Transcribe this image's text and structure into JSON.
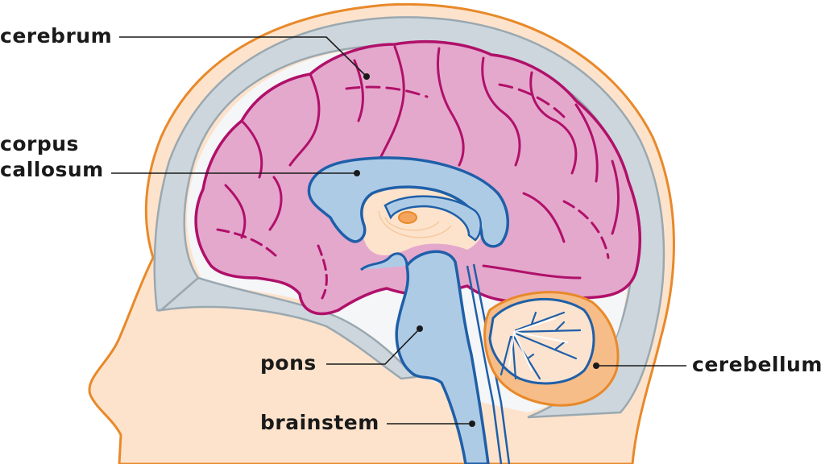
{
  "diagram": {
    "type": "anatomical-diagram",
    "subject": "Human brain, sagittal section",
    "colors": {
      "skin": "#fde3cc",
      "skin_outline": "#e8892a",
      "skull": "#cdd6dc",
      "skull_outline": "#9aa8b0",
      "csf_space": "#f4f6f8",
      "cerebrum_fill": "#e4a8cc",
      "cerebrum_outline": "#b0106a",
      "corpus_callosum_fill": "#aecbe6",
      "corpus_callosum_outline": "#1f5fa8",
      "cerebellum_outer": "#f6bd88",
      "cerebellum_outline": "#e8892a",
      "cerebellum_inner": "#fbe3cf",
      "thalamus_spot": "#f4a45c",
      "leader_line": "#1a1a1a"
    },
    "labels": [
      {
        "id": "cerebrum",
        "text": "cerebrum",
        "pointer": [
          455,
          95
        ]
      },
      {
        "id": "corpus-callosum",
        "lines": [
          "corpus",
          "callosum"
        ],
        "pointer": [
          443,
          215
        ]
      },
      {
        "id": "pons",
        "text": "pons",
        "pointer": [
          521,
          408
        ]
      },
      {
        "id": "brainstem",
        "text": "brainstem",
        "pointer": [
          586,
          526
        ]
      },
      {
        "id": "cerebellum",
        "text": "cerebellum",
        "pointer": [
          740,
          454
        ]
      }
    ]
  }
}
